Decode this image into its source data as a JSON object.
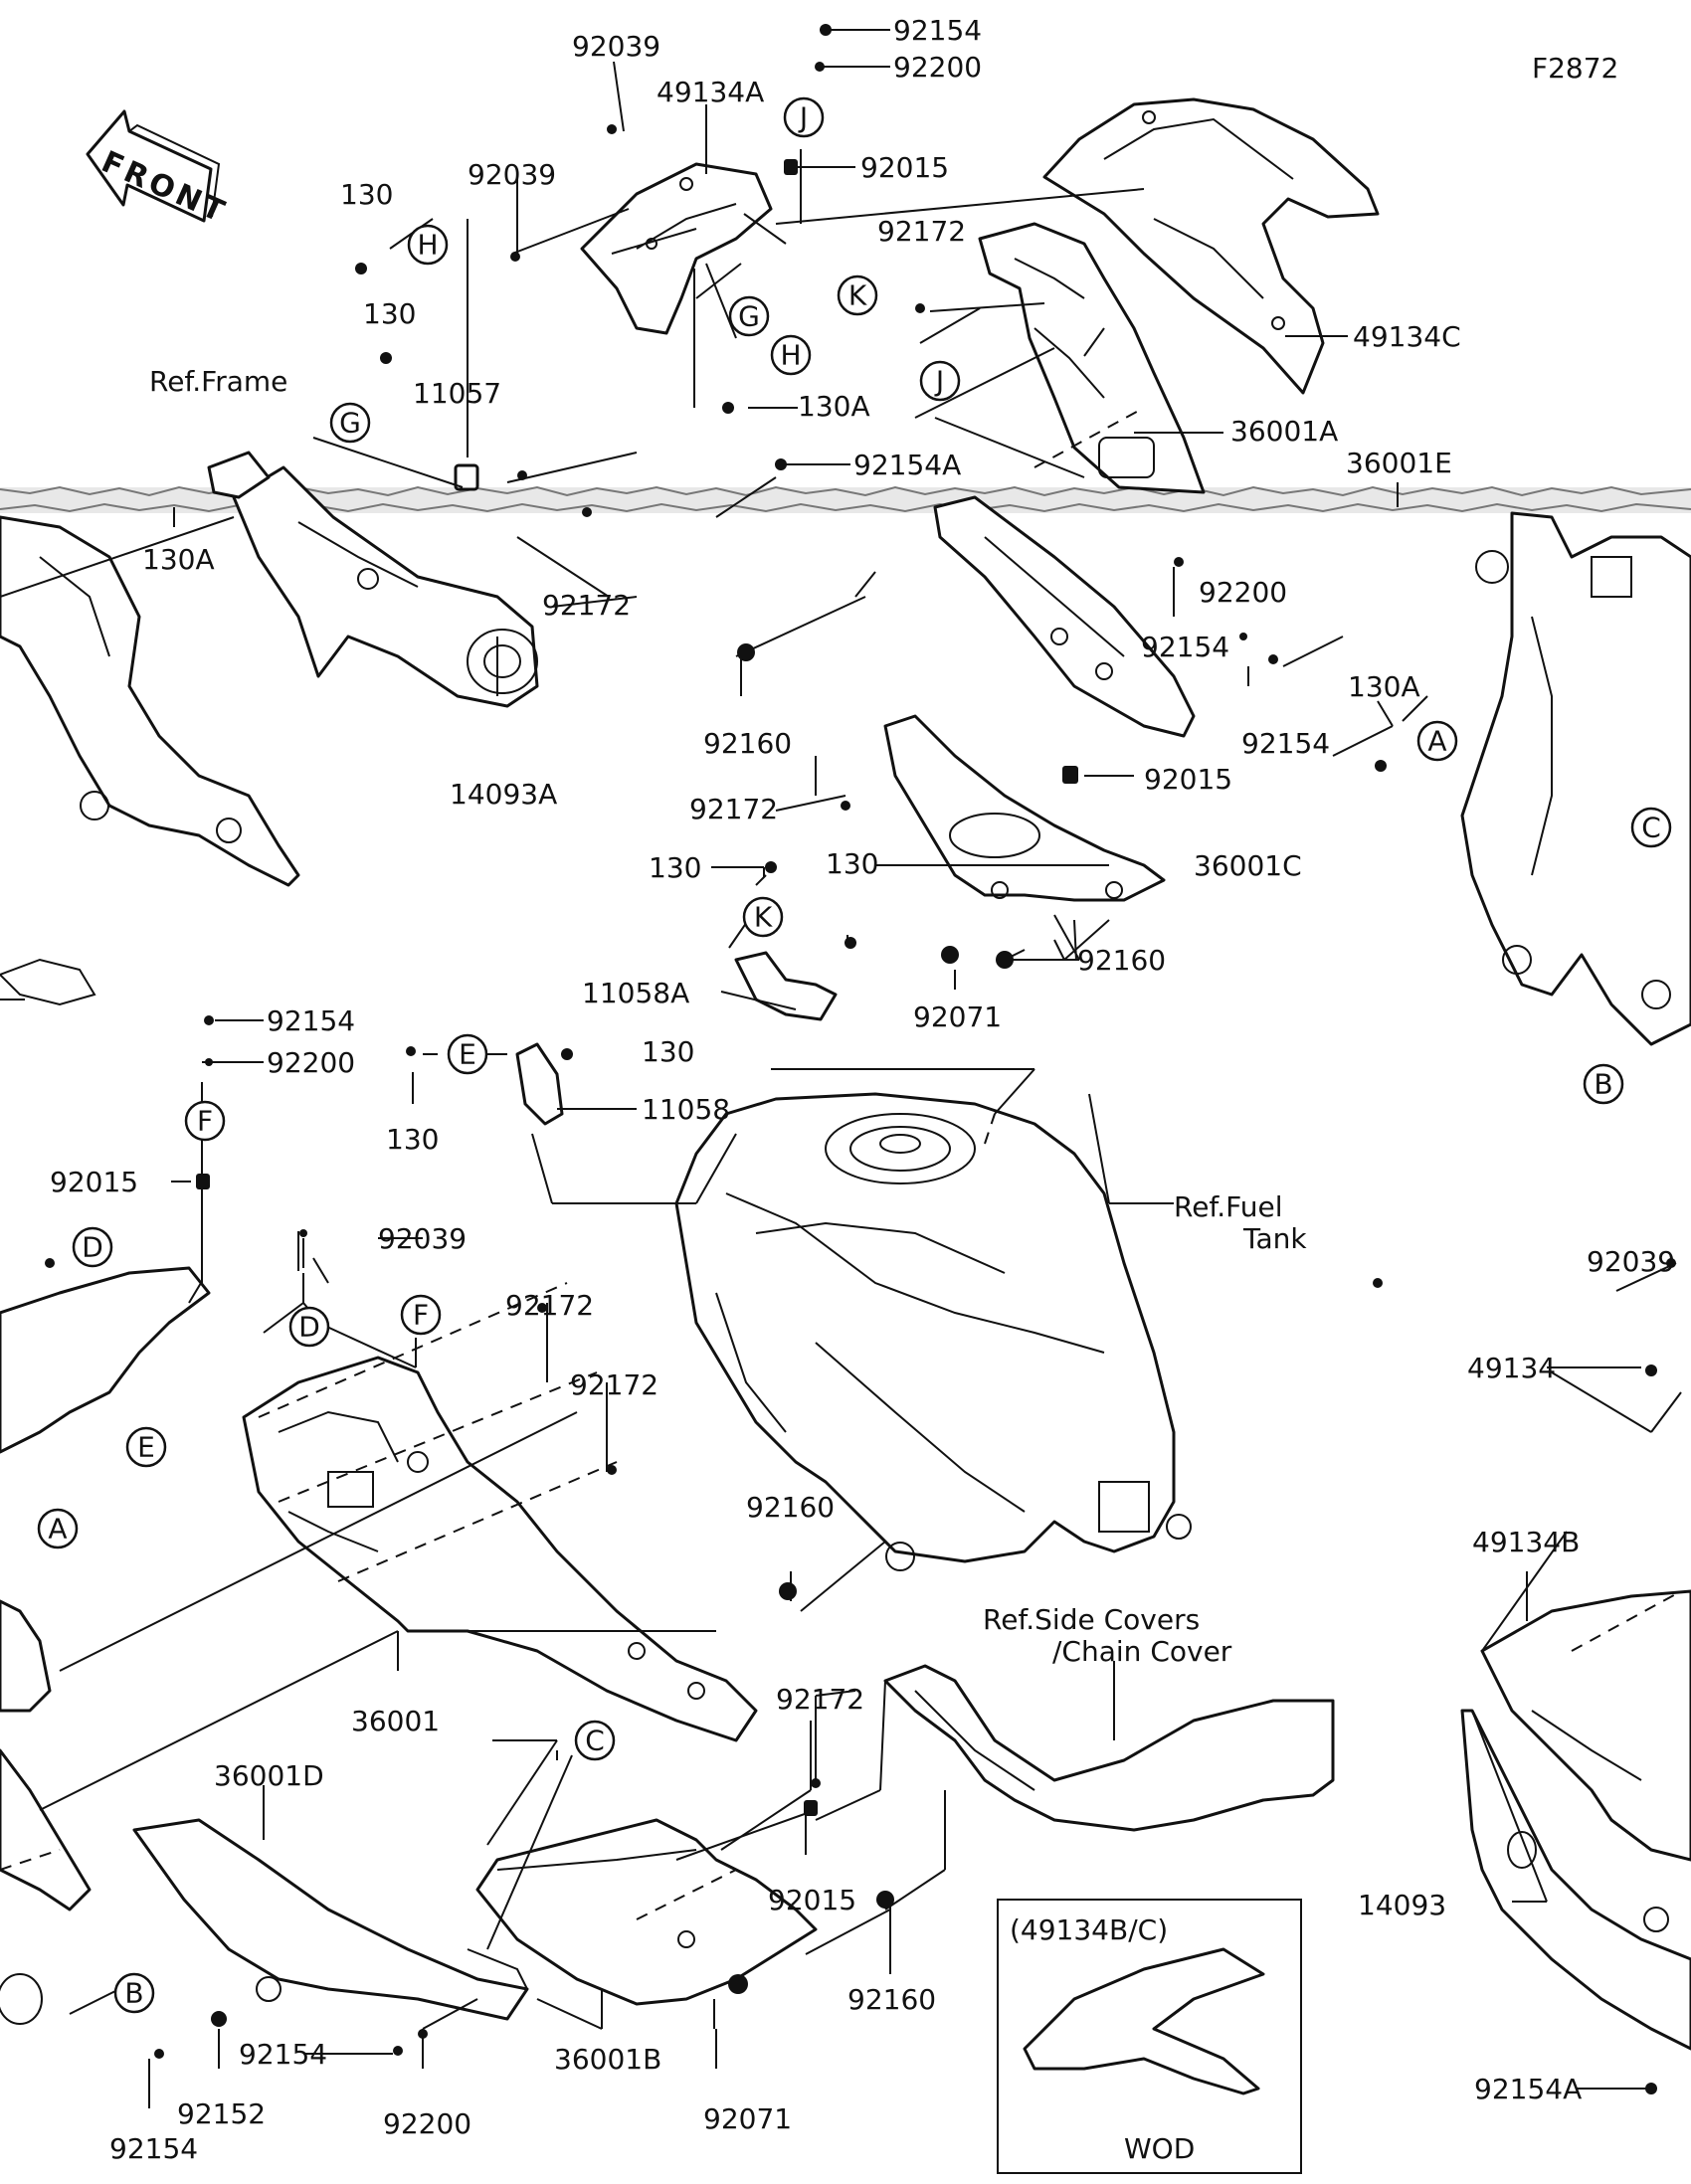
{
  "figure_code": "F2872",
  "front_label": "FRONT",
  "inset_caption": "(49134B/C)",
  "inset_note": "WOD",
  "refs": {
    "frame": "Ref.Frame",
    "fuel_1": "Ref.Fuel",
    "fuel_2": "Tank",
    "side_1": "Ref.Side Covers",
    "side_2": "/Chain Cover"
  },
  "parts": [
    "92154",
    "92200",
    "92039",
    "49134A",
    "J",
    "92015",
    "92039",
    "130",
    "H",
    "92172",
    "K",
    "49134C",
    "G",
    "H",
    "130",
    "130A",
    "J",
    "G",
    "11057",
    "Ref.Frame",
    "36001A",
    "36001E",
    "92154A",
    "130A",
    "92172",
    "92200",
    "92154",
    "14093A",
    "92160",
    "92154",
    "130A",
    "A",
    "92015",
    "92172",
    "36001C",
    "C",
    "130",
    "130",
    "K",
    "92160",
    "11058A",
    "92071",
    "92154",
    "130",
    "E",
    "92200",
    "11058",
    "B",
    "130",
    "F",
    "92015",
    "92039",
    "D",
    "F",
    "92172",
    "D",
    "92172",
    "92039",
    "E",
    "49134",
    "A",
    "92160",
    "49134B",
    "36001",
    "C",
    "92172",
    "36001D",
    "92015",
    "B",
    "92160",
    "14093",
    "92154",
    "92200",
    "36001B",
    "92071",
    "92152",
    "92154A",
    "92154"
  ]
}
